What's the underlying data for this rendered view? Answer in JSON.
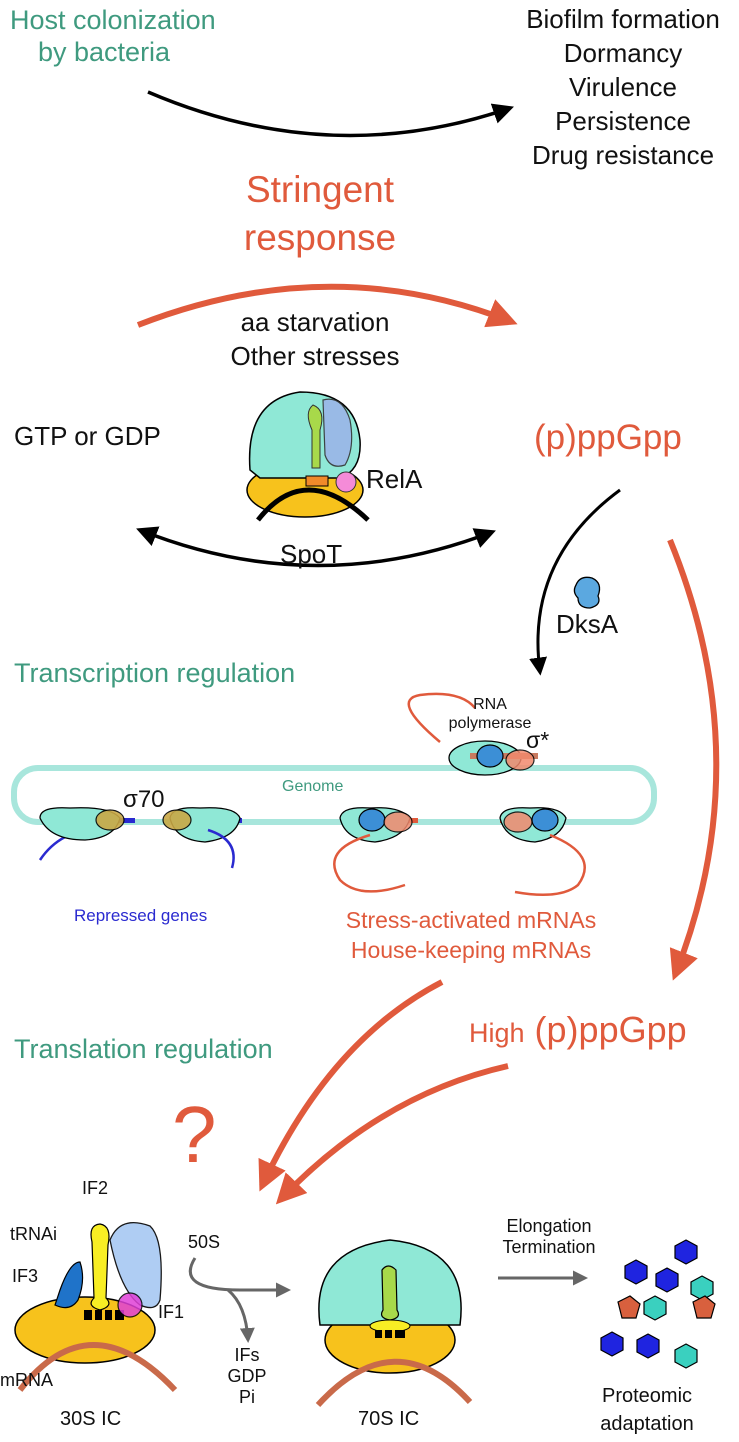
{
  "top": {
    "host_line1": "Host colonization",
    "host_line2": "by bacteria",
    "outcomes": [
      "Biofilm formation",
      "Dormancy",
      "Virulence",
      "Persistence",
      "Drug resistance"
    ]
  },
  "stringent": {
    "title_line1": "Stringent",
    "title_line2": "response",
    "trigger1": "aa starvation",
    "trigger2": "Other stresses",
    "substrate": "GTP or GDP",
    "product": "(p)ppGpp",
    "rela": "RelA",
    "spot": "SpoT",
    "dksa": "DksA"
  },
  "transcription": {
    "title": "Transcription regulation",
    "rnap_line1": "RNA",
    "rnap_line2": "polymerase",
    "sigma_star": "σ*",
    "genome": "Genome",
    "sigma70": "σ70",
    "repressed": "Repressed genes",
    "activated1": "Stress-activated mRNAs",
    "activated2": "House-keeping mRNAs"
  },
  "translation": {
    "title": "Translation regulation",
    "high_prefix": "High",
    "high_ppgpp": "(p)ppGpp",
    "question": "?",
    "if2": "IF2",
    "trnai": "tRNAi",
    "if3": "IF3",
    "if1": "IF1",
    "mrna": "mRNA",
    "ic30": "30S IC",
    "s50": "50S",
    "released1": "IFs",
    "released2": "GDP",
    "released3": "Pi",
    "ic70": "70S IC",
    "elong1": "Elongation",
    "elong2": "Termination",
    "prot1": "Proteomic",
    "prot2": "adaptation"
  },
  "colors": {
    "teal_text": "#3f9a7f",
    "orange": "#e05a3c",
    "ribosome_small": "#f7c21c",
    "ribosome_large": "#8fe8d6",
    "repressed_blue": "#2a2ad0",
    "polymerase_blue": "#3c8fd6"
  }
}
